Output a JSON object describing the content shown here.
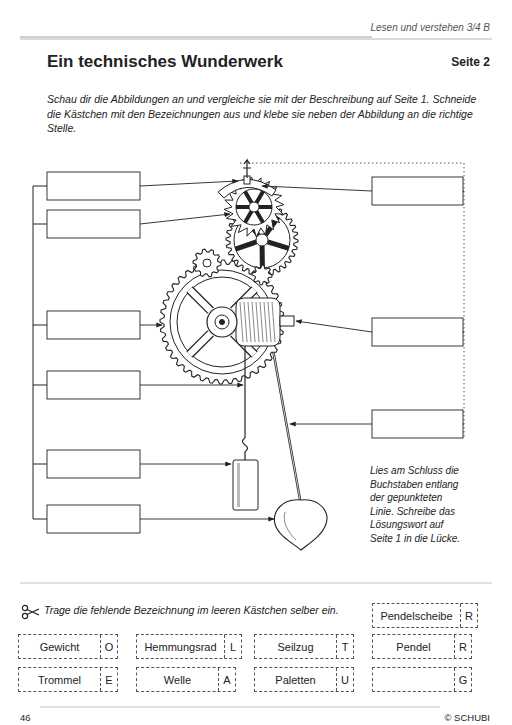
{
  "diagram": {
    "title": "Ein technisches Wunderwerk",
    "nodes": [
      {
        "text": [
          "Pendelscheibe",
          "R"
        ]
      },
      {
        "text": [
          "Gewicht",
          "O"
        ]
      },
      {
        "text": [
          "Hemmungsrad",
          "L"
        ]
      },
      {
        "text": [
          "Seilzug",
          "T"
        ]
      },
      {
        "text": [
          "Pendel",
          "R"
        ]
      },
      {
        "text": [
          "Trommel",
          "E"
        ]
      },
      {
        "text": [
          "Welle",
          "A"
        ]
      },
      {
        "text": [
          "Paletten",
          "U"
        ]
      },
      {
        "text": [
          "G"
        ]
      }
    ],
    "labels": [
      "Lesen und verstehen 3/4 B",
      "Seite 2",
      "Schau dir die Abbildungen an und vergleiche sie mit der Beschreibung auf Seite 1. Schneide die Kästchen mit den Bezeichnungen aus und klebe sie neben der Abbildung an die richtige Stelle.",
      "Lies am Schluss die Buchstaben entlang der gepunkteten Linie. Schreibe das Lösungswort auf Seite 1 in die Lücke.",
      "Trage die fehlende Bezeichnung im leeren Kästchen selber ein.",
      "46",
      "© SCHUBI"
    ]
  }
}
